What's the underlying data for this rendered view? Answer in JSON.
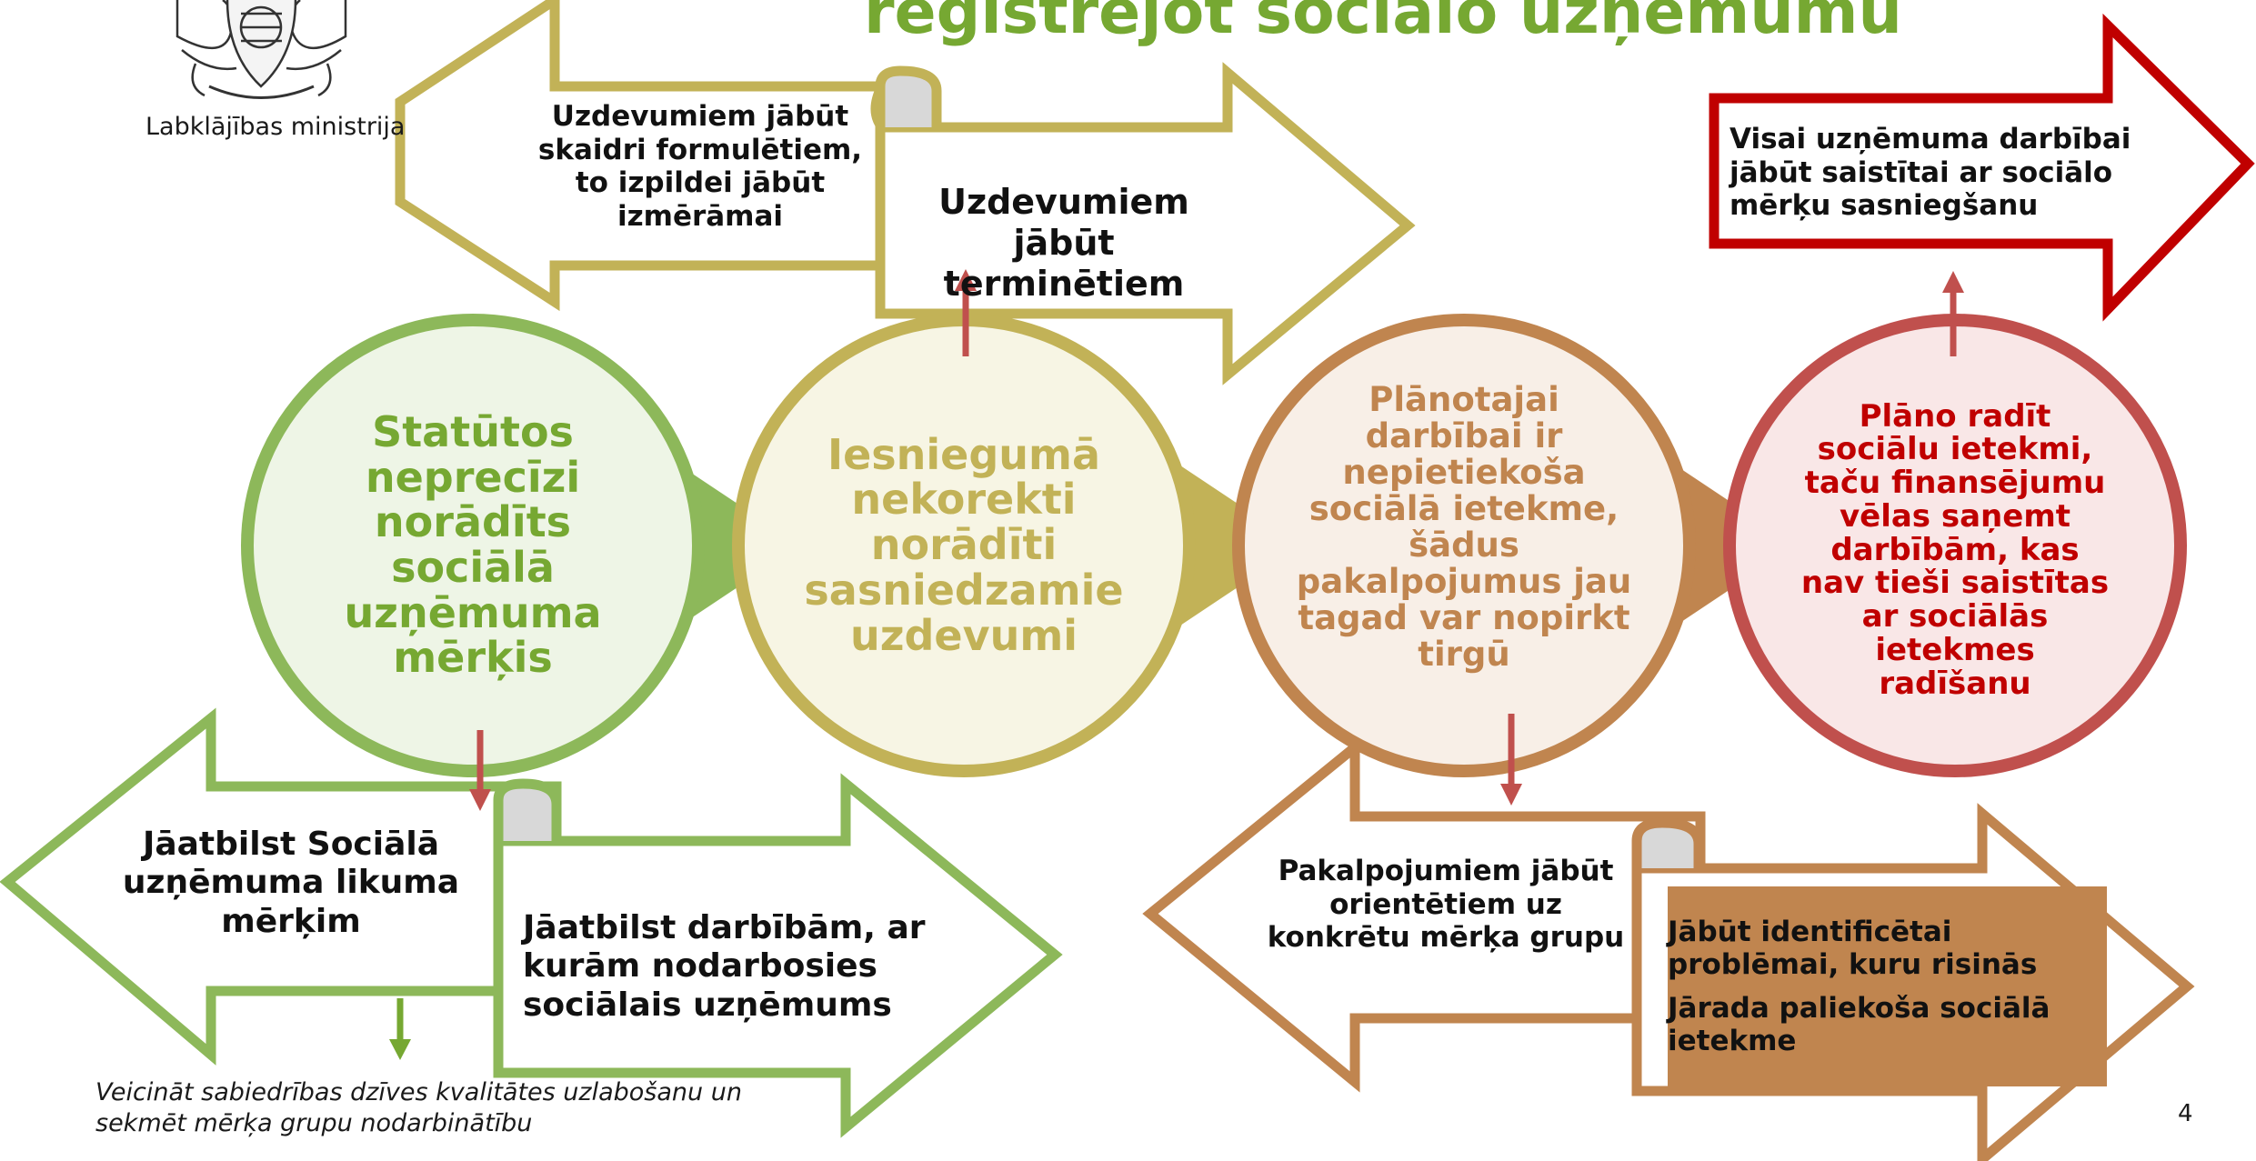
{
  "header": {
    "title": "reģistrējot sociālo uzņēmumu",
    "ministry": "Labklājības ministrija"
  },
  "circles": [
    {
      "text": "Statūtos neprecīzi norādīts sociālā uzņēmuma mērķis",
      "color": "#76a832"
    },
    {
      "text": "Iesniegumā nekorekti norādīti sasniedzamie uzdevumi",
      "color": "#c2b257"
    },
    {
      "text": "Plānotajai darbībai ir nepietiekoša sociālā ietekme, šādus pakalpojumus jau tagad var nopirkt tirgū",
      "color": "#c78a55"
    },
    {
      "text": "Plāno radīt sociālu ietekmi, taču finansējumu vēlas saņemt darbībām, kas nav tieši saistītas ar sociālās ietekmes radīšanu",
      "color": "#c00000"
    }
  ],
  "arrows": {
    "green_left": "Jāatbilst Sociālā uzņēmuma likuma mērķim",
    "green_right": "Jāatbilst darbībām, ar kurām nodarbosies sociālais uzņēmums",
    "olive_left": "Uzdevumiem jābūt skaidri formulētiem, to izpildei jābūt izmērāmai",
    "olive_right": "Uzdevumiem jābūt terminētiem",
    "brown_left": "Pakalpojumiem jābūt orientētiem uz konkrētu mērķa grupu",
    "brown_right_1": "Jābūt identificētai problēmai, kuru risinās",
    "brown_right_2": "Jārada paliekoša sociālā ietekme",
    "red_right": "Visai uzņēmuma darbībai jābūt saistītai ar sociālo mērķu sasniegšanu"
  },
  "footnote": "Veicināt sabiedrības dzīves kvalitātes uzlabošanu un sekmēt mērķa grupu nodarbinātību",
  "page_number": "4",
  "colors": {
    "green": "#8db85a",
    "green_text": "#76a832",
    "olive": "#c2b257",
    "brown": "#c0854f",
    "red": "#c00000",
    "red_arrow": "#c0504d"
  },
  "icons": [
    "coat-of-arms-icon"
  ]
}
